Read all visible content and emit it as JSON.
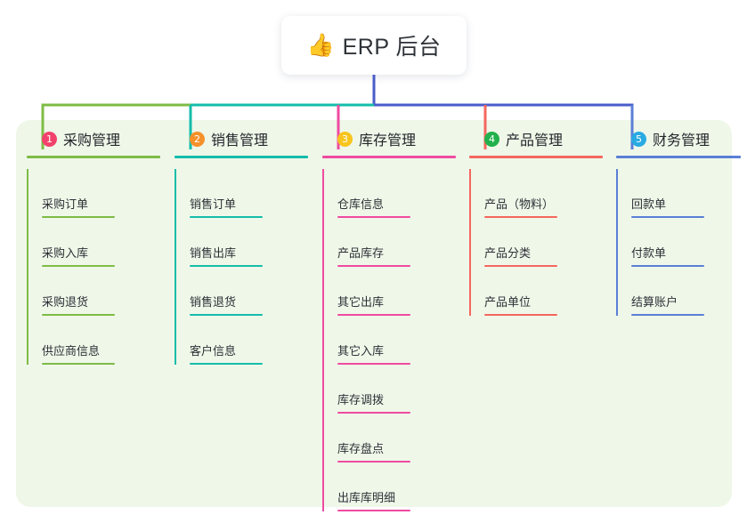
{
  "root": {
    "icon": "thumbs-up-emoji",
    "emoji": "👍",
    "title": "ERP 后台"
  },
  "theme": {
    "panel_bg": "#eff7e9",
    "page_bg": "#ffffff",
    "root_stem": "#4a5cc8",
    "bus_green": "#7ebc46",
    "bus_teal": "#14bdaa",
    "bus_blue": "#4a5cc8",
    "text": "#2c3136"
  },
  "columns": [
    {
      "number": "1",
      "title": "采购管理",
      "badge_color": "#f2426b",
      "line_color": "#7ebc46",
      "stem_color": "#7ebc46",
      "items": [
        "采购订单",
        "采购入库",
        "采购退货",
        "供应商信息"
      ]
    },
    {
      "number": "2",
      "title": "销售管理",
      "badge_color": "#f5912b",
      "line_color": "#14bdaa",
      "stem_color": "#14bdaa",
      "items": [
        "销售订单",
        "销售出库",
        "销售退货",
        "客户信息"
      ]
    },
    {
      "number": "3",
      "title": "库存管理",
      "badge_color": "#f7c51e",
      "line_color": "#ef4ba0",
      "stem_color": "#ef4ba0",
      "items": [
        "仓库信息",
        "产品库存",
        "其它出库",
        "其它入库",
        "库存调拨",
        "库存盘点",
        "出库库明细"
      ]
    },
    {
      "number": "4",
      "title": "产品管理",
      "badge_color": "#22b14c",
      "line_color": "#f4675e",
      "stem_color": "#f4675e",
      "items": [
        "产品（物料）",
        "产品分类",
        "产品单位"
      ]
    },
    {
      "number": "5",
      "title": "财务管理",
      "badge_color": "#29abe2",
      "line_color": "#5a7fd6",
      "stem_color": "#5a7fd6",
      "items": [
        "回款单",
        "付款单",
        "结算账户"
      ]
    }
  ]
}
